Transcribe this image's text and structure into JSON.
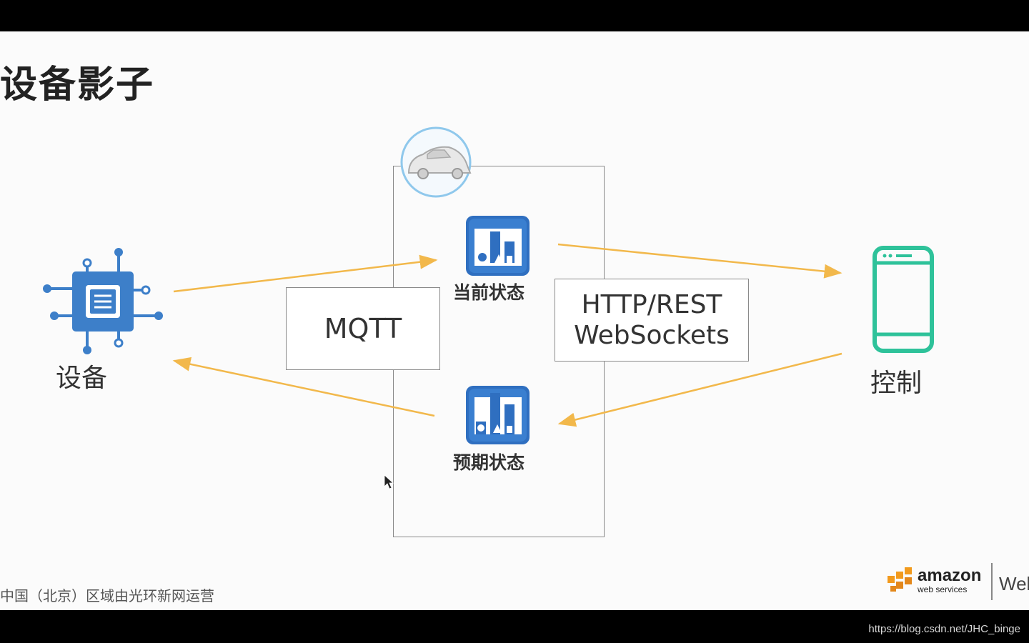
{
  "slide": {
    "title": "设备影子",
    "labels": {
      "device": "设备",
      "control": "控制",
      "current_state": "当前状态",
      "desired_state": "预期状态"
    },
    "protocols": {
      "mqtt": "MQTT",
      "http_line1": "HTTP/REST",
      "http_line2": "WebSockets"
    },
    "footer": "中国（北京）区域由光环新网运营",
    "logo": {
      "amazon": "amazon",
      "webservices": "web services",
      "trailing": "Web"
    }
  },
  "page": {
    "watermark": "https://blog.csdn.net/JHC_binge"
  },
  "icons": [
    "chip-icon",
    "car-icon",
    "state-chart-icon",
    "mobile-phone-icon",
    "aws-smile-icon",
    "cursor-icon"
  ],
  "colors": {
    "arrow": "#f2b84b",
    "chip_blue": "#3d7fc9",
    "state_blue": "#2f6fc0",
    "phone_green": "#2ec29a",
    "car_ring": "#8fc8ec",
    "aws_orange": "#f29a1d"
  }
}
